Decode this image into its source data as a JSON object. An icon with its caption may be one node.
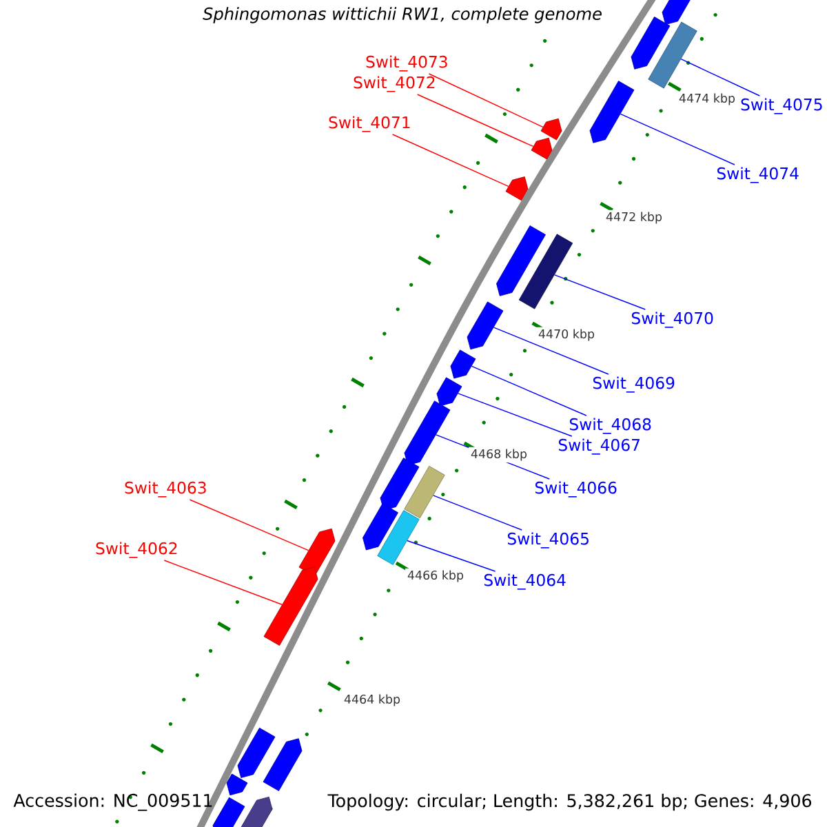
{
  "diagram": {
    "title": "Sphingomonas wittichii RW1, complete genome",
    "nodes": [
      {
        "text": [
          "Swit_4073"
        ]
      },
      {
        "text": [
          "Swit_4075"
        ]
      },
      {
        "text": [
          "Swit_4072"
        ]
      },
      {
        "text": [
          "Swit_4071"
        ]
      },
      {
        "text": [
          "Swit_4074"
        ]
      },
      {
        "text": [
          "Swit_4070"
        ]
      },
      {
        "text": [
          "Swit_4069"
        ]
      },
      {
        "text": [
          "Swit_4068"
        ]
      },
      {
        "text": [
          "Swit_4067"
        ]
      },
      {
        "text": [
          "Swit_4066"
        ]
      },
      {
        "text": [
          "Swit_4063"
        ]
      },
      {
        "text": [
          "Swit_4065"
        ]
      },
      {
        "text": [
          "Swit_4062"
        ]
      },
      {
        "text": [
          "Swit_4064"
        ]
      },
      {
        "text": [],
        "shape": "pentagon"
      },
      {
        "text": [],
        "shape": "box"
      },
      {
        "text": [],
        "shape": "pentagon"
      },
      {
        "text": [],
        "shape": "pentagon"
      },
      {
        "text": [],
        "shape": "pentagon"
      },
      {
        "text": [],
        "shape": "box"
      },
      {
        "text": [],
        "shape": "pentagon"
      },
      {
        "text": [],
        "shape": "pentagon"
      },
      {
        "text": [],
        "shape": "pentagon"
      },
      {
        "text": [],
        "shape": "pentagon"
      },
      {
        "text": [],
        "shape": "pentagon"
      },
      {
        "text": [],
        "shape": "box"
      },
      {
        "text": [],
        "shape": "pentagon"
      },
      {
        "text": [],
        "shape": "box"
      },
      {
        "text": [],
        "shape": "pentagon"
      },
      {
        "text": [],
        "shape": "pentagon"
      },
      {
        "text": [],
        "shape": "pentagon"
      },
      {
        "text": [],
        "shape": "pentagon"
      },
      {
        "text": [],
        "shape": "pentagon"
      },
      {
        "text": [],
        "shape": "pentagon"
      },
      {
        "text": [],
        "shape": "pentagon"
      },
      {
        "text": [],
        "shape": "pentagon"
      },
      {
        "text": [],
        "shape": "pentagon"
      },
      {
        "text": [],
        "shape": "pentagon"
      }
    ],
    "edges": [
      {
        "from": 0,
        "to": 14,
        "arrow": "none",
        "color": "#ff0000"
      },
      {
        "from": 1,
        "to": 15,
        "arrow": "none"
      },
      {
        "from": 2,
        "to": 16,
        "arrow": "none",
        "color": "#ff0000"
      },
      {
        "from": 3,
        "to": 17,
        "arrow": "none",
        "color": "#ff0000"
      },
      {
        "from": 4,
        "to": 18,
        "arrow": "none"
      },
      {
        "from": 5,
        "to": 19,
        "arrow": "none"
      },
      {
        "from": 6,
        "to": 20,
        "arrow": "none"
      },
      {
        "from": 7,
        "to": 21,
        "arrow": "none"
      },
      {
        "from": 8,
        "to": 22,
        "arrow": "none"
      },
      {
        "from": 9,
        "to": 23,
        "arrow": "none"
      },
      {
        "from": 10,
        "to": 24,
        "arrow": "none",
        "color": "#ff0000"
      },
      {
        "from": 11,
        "to": 25,
        "arrow": "none"
      },
      {
        "from": 12,
        "to": 26,
        "arrow": "none",
        "color": "#ff0000"
      },
      {
        "from": 13,
        "to": 27,
        "arrow": "none"
      }
    ],
    "labels": [
      "4474 kbp",
      "4472 kbp",
      "4470 kbp",
      "4468 kbp",
      "4466 kbp",
      "4464 kbp",
      "Accession: NC_009511",
      "Topology: circular; Length: 5,382,261 bp; Genes: 4,906"
    ]
  }
}
